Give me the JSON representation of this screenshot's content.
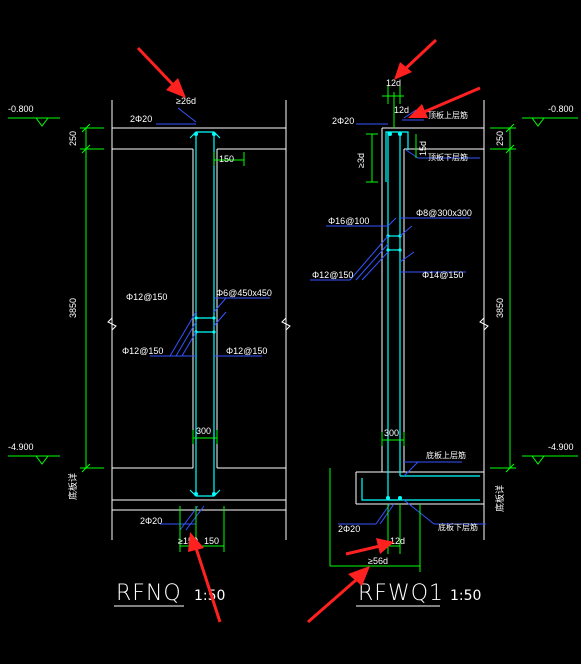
{
  "colors": {
    "background": "#000000",
    "concrete_outline": "#ffffff",
    "dimension": "#00ff00",
    "rebar": "#00ffff",
    "leader": "#0000ff",
    "arrow": "#ff2020"
  },
  "left_section": {
    "title": "RFNQ",
    "scale": "1:50",
    "elev_top": "-0.800",
    "elev_bottom": "-4.900",
    "dim_top": "250",
    "dim_height": "3850",
    "lap_top": "≥26d",
    "top_bars": "2Φ20",
    "width_top": "150",
    "tie": "Φ6@450x450",
    "bar_left_upper": "Φ12@150",
    "bar_left_lower": "Φ12@150",
    "bar_right": "Φ12@150",
    "wall_thickness": "300",
    "bottom_bars": "2Φ20",
    "bottom_dim_left": "≥150",
    "bottom_dim_right": "150",
    "base_label": "底板详"
  },
  "right_section": {
    "title": "RFWQ1",
    "scale": "1:50",
    "elev_top": "-0.800",
    "elev_bottom": "-4.900",
    "dim_top": "250",
    "dim_height": "3850",
    "lap_12d_top": "12d",
    "lap_12d_inner": "12d",
    "top_bars": "2Φ20",
    "roof_top_label": "顶板上层筋",
    "roof_bottom_label": "顶板下层筋",
    "anchor_3d": "≥3d",
    "dim_15d": "15d",
    "bar_a": "Φ16@100",
    "tie": "Φ8@300x300",
    "bar_b": "Φ12@150",
    "bar_c": "Φ14@150",
    "wall_thickness": "300",
    "slab_top_label": "底板上层筋",
    "slab_bottom_label": "底板下层筋",
    "bottom_bars": "2Φ20",
    "lap_12d_bottom": "12d",
    "lap_56d": "≥56d",
    "base_label": "底板详"
  }
}
